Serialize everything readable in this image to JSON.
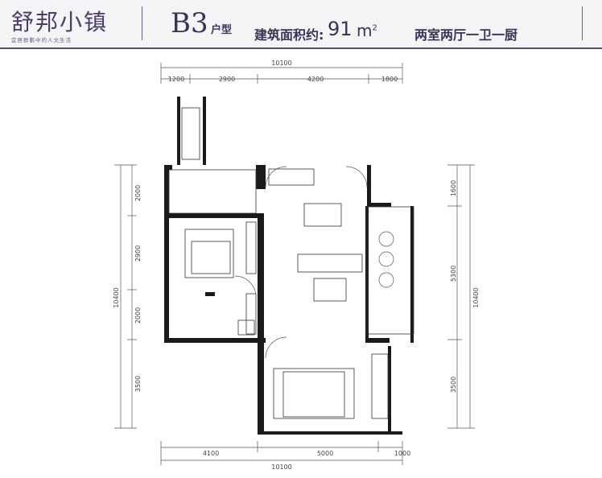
{
  "header": {
    "brand_name": "舒邦小镇",
    "brand_slogan": "宜居群鹏中的人文生活",
    "unit_code": "B3",
    "unit_label": "户型",
    "area_label": "建筑面积约:",
    "area_value": "91",
    "area_unit": "m",
    "area_unit_sup": "2",
    "layout_type": "两室两厅一卫一厨"
  },
  "dimensions": {
    "top_total": "10100",
    "top_segments": [
      "1200",
      "2900",
      "4200",
      "1800"
    ],
    "bottom_segments": [
      "4100",
      "5000",
      "1000"
    ],
    "bottom_total": "10100",
    "left_segments": [
      "2000",
      "2900",
      "2000",
      "3500"
    ],
    "left_total": "10400",
    "right_segments": [
      "1600",
      "5300",
      "3500"
    ],
    "right_total": "10400"
  },
  "colors": {
    "brand": "#4a3d66",
    "wall": "#1a1a1a",
    "header_bg": "#f4f4f6"
  }
}
